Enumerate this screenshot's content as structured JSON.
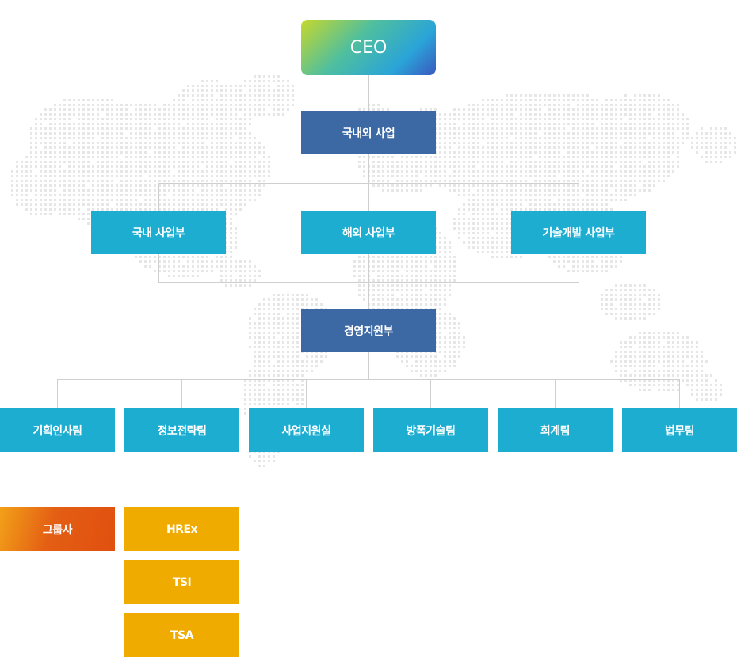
{
  "ceo": "CEO",
  "business": "국내외 사업",
  "divisions": [
    "국내 사업부",
    "해외 사업부",
    "기술개발 사업부"
  ],
  "support": "경영지원부",
  "teams": [
    "기획인사팀",
    "정보전략팀",
    "사업지원실",
    "방폭기술팀",
    "회계팀",
    "법무팀"
  ],
  "group": {
    "label": "그룹사",
    "companies": [
      "HREx",
      "TSI",
      "TSA"
    ]
  }
}
